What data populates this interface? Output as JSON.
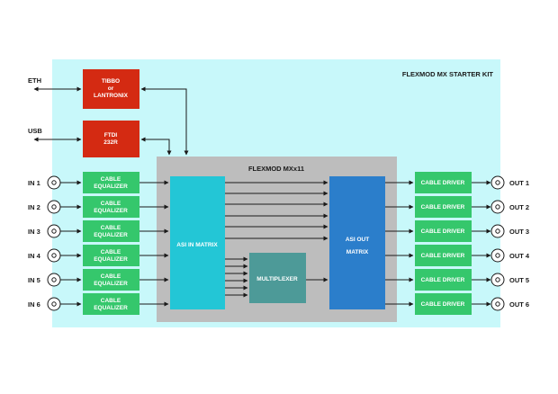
{
  "kit_title": "FLEXMOD MX STARTER KIT",
  "module_title": "FLEXMOD MXx11",
  "interfaces": {
    "eth": "ETH",
    "usb": "USB",
    "tibbo": [
      "TIBBO",
      "or",
      "LANTRONIX"
    ],
    "ftdi": [
      "FTDI",
      "232R"
    ]
  },
  "inputs": [
    "IN 1",
    "IN 2",
    "IN 3",
    "IN 4",
    "IN 5",
    "IN 6"
  ],
  "outputs": [
    "OUT 1",
    "OUT 2",
    "OUT 3",
    "OUT 4",
    "OUT 5",
    "OUT 6"
  ],
  "equalizer_label": [
    "CABLE",
    "EQUALIZER"
  ],
  "driver_label": "CABLE DRIVER",
  "asi_in": "ASI IN MATRIX",
  "asi_out": [
    "ASI OUT",
    "MATRIX"
  ],
  "multiplexer": "MULTIPLEXER",
  "colors": {
    "kit_bg": "#c8f8fa",
    "module_bg": "#bdbdbd",
    "red": "#d42a12",
    "green": "#35c76c",
    "cyan": "#23c6d6",
    "blue": "#2b7ecb",
    "teal": "#4d9a98",
    "line": "#1a1a1a"
  }
}
